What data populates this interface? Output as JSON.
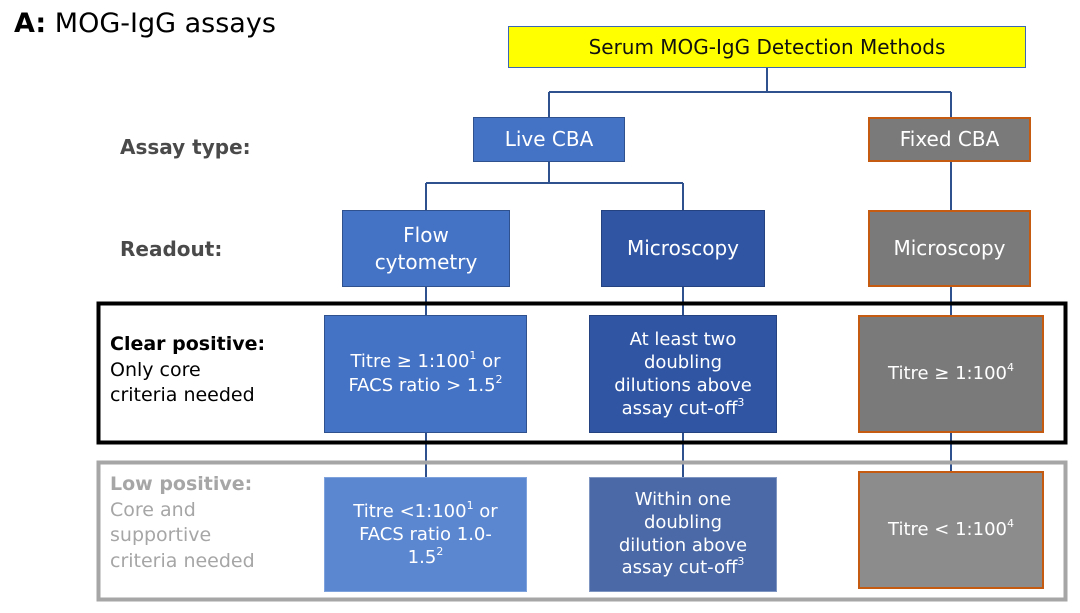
{
  "title": {
    "prefix": "A:",
    "text": "MOG-IgG assays"
  },
  "root": {
    "label": "Serum MOG-IgG Detection Methods"
  },
  "row_labels": {
    "assay_type": "Assay type:",
    "readout": "Readout:"
  },
  "clear_positive": {
    "heading": "Clear positive:",
    "line1": "Only core",
    "line2": "criteria needed"
  },
  "low_positive": {
    "heading": "Low positive:",
    "line1": "Core and",
    "line2": "supportive",
    "line3": "criteria needed"
  },
  "assay_types": {
    "live": "Live CBA",
    "fixed": "Fixed CBA"
  },
  "readouts": {
    "flow_1": "Flow",
    "flow_2": "cytometry",
    "microscopy_live": "Microscopy",
    "microscopy_fixed": "Microscopy"
  },
  "clear": {
    "flow_1": "Titre ≥ 1:100",
    "flow_1_sup": "1",
    "flow_1_suffix": " or",
    "flow_2": "FACS ratio > 1.5",
    "flow_2_sup": "2",
    "micro_1": "At least two",
    "micro_2": "doubling",
    "micro_3": "dilutions above",
    "micro_4": "assay cut-off",
    "micro_4_sup": "3",
    "fixed_1": "Titre ≥ 1:100",
    "fixed_1_sup": "4"
  },
  "low": {
    "flow_1": "Titre <1:100",
    "flow_1_sup": "1",
    "flow_1_suffix": " or",
    "flow_2": "FACS ratio 1.0-",
    "flow_3": "1.5",
    "flow_3_sup": "2",
    "micro_1": "Within one",
    "micro_2": "doubling",
    "micro_3": "dilution above",
    "micro_4": "assay cut-off",
    "micro_4_sup": "3",
    "fixed_1": "Titre < 1:100",
    "fixed_1_sup": "4"
  },
  "colors": {
    "root_fill": "#ffff00",
    "blue": "#4472c4",
    "blue_dark": "#2f55a3",
    "grey": "#7a7a7a",
    "orange_border": "#c55a11",
    "connector": "#2f528f",
    "clear_frame": "#000000",
    "low_frame": "#a6a6a6",
    "low_text": "#a6a6a6"
  }
}
